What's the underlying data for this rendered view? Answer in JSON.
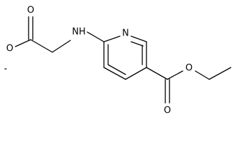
{
  "molecule": {
    "atoms": {
      "o_carbonyl_ester1": "O",
      "o_ether_ester1": "O",
      "nh": "NH",
      "n_ring": "N",
      "o_carbonyl_ester2": "O",
      "o_ether_ester2": "O"
    },
    "colors": {
      "ink": "#000000",
      "background": "#ffffff"
    }
  }
}
